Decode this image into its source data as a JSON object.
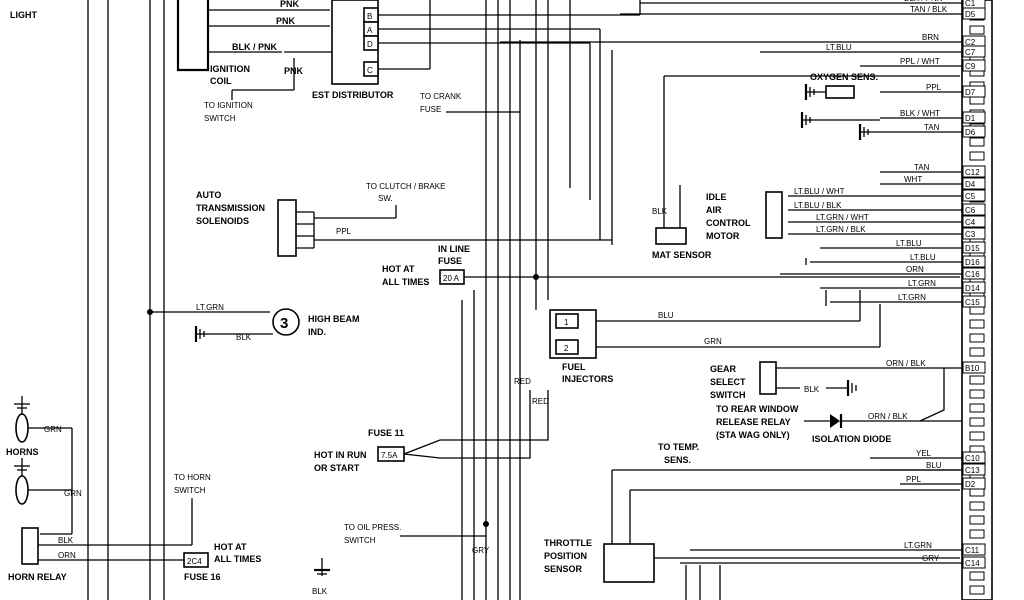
{
  "labels": {
    "marker_light": "LIGHT",
    "ignition_coil": [
      "IGNITION",
      "COIL"
    ],
    "pnk_top": "PNK",
    "blk_pnk": "BLK / PNK",
    "pnk": "PNK",
    "to_ignition_switch": [
      "TO IGNITION",
      "SWITCH"
    ],
    "est_distributor": "EST DISTRIBUTOR",
    "dist_pins": [
      "B",
      "A",
      "D",
      "C"
    ],
    "to_crank_fuse": [
      "TO CRANK",
      "FUSE"
    ],
    "auto_trans": [
      "AUTO",
      "TRANSMISSION",
      "SOLENOIDS"
    ],
    "to_clutch_brake": [
      "TO CLUTCH / BRAKE",
      "SW."
    ],
    "ppl": "PPL",
    "in_line_fuse": [
      "IN LINE",
      "FUSE"
    ],
    "hot_at_all_times": [
      "HOT AT",
      "ALL TIMES"
    ],
    "fuse_20a": "20 A",
    "lt_grn": "LT.GRN",
    "high_beam_ind": [
      "HIGH BEAM",
      "IND."
    ],
    "blk": "BLK",
    "horns": "HORNS",
    "grn": "GRN",
    "to_horn_switch": [
      "TO HORN",
      "SWITCH"
    ],
    "horn_relay": "HORN RELAY",
    "orn": "ORN",
    "fuse_2c4": "2C4",
    "fuse_16": "FUSE 16",
    "fuse_11": "FUSE 11",
    "hot_in_run": [
      "HOT IN RUN",
      "OR START"
    ],
    "fuse_75a": "7.5A",
    "red": "RED",
    "to_oil_press": [
      "TO OIL PRESS.",
      "SWITCH"
    ],
    "gry": "GRY",
    "fuel_injectors": [
      "FUEL",
      "INJECTORS"
    ],
    "inj_pins": [
      "1",
      "2"
    ],
    "blu": "BLU",
    "throttle_position": [
      "THROTTLE",
      "POSITION",
      "SENSOR"
    ],
    "mat_sensor": "MAT SENSOR",
    "idle_air": [
      "IDLE",
      "AIR",
      "CONTROL",
      "MOTOR"
    ],
    "oxygen_sens": "OXYGEN SENS.",
    "gear_select": [
      "GEAR",
      "SELECT",
      "SWITCH"
    ],
    "to_rear_window": [
      "TO REAR WINDOW",
      "RELEASE RELAY",
      "(STA WAG ONLY)"
    ],
    "isolation_diode": "ISOLATION DIODE",
    "to_temp_sens": [
      "TO TEMP.",
      "SENS."
    ]
  },
  "ecm_pins": [
    {
      "wire": "BLK / PNK",
      "pin": "C1"
    },
    {
      "wire": "TAN / BLK",
      "pin": "D5"
    },
    {
      "wire": "BRN",
      "pin": "C2"
    },
    {
      "wire": "LT.BLU",
      "pin": "C7"
    },
    {
      "wire": "PPL / WHT",
      "pin": "C9"
    },
    {
      "wire": "PPL",
      "pin": "D7"
    },
    {
      "wire": "BLK / WHT",
      "pin": "D1"
    },
    {
      "wire": "TAN",
      "pin": "D6"
    },
    {
      "wire": "TAN",
      "pin": "C12"
    },
    {
      "wire": "WHT",
      "pin": "D4"
    },
    {
      "wire": "LT.BLU / WHT",
      "pin": "C5"
    },
    {
      "wire": "LT.BLU / BLK",
      "pin": "C6"
    },
    {
      "wire": "LT.GRN / WHT",
      "pin": "C4"
    },
    {
      "wire": "LT.GRN / BLK",
      "pin": "C3"
    },
    {
      "wire": "LT.BLU",
      "pin": "D15"
    },
    {
      "wire": "LT.BLU",
      "pin": "D16"
    },
    {
      "wire": "ORN",
      "pin": "C16"
    },
    {
      "wire": "LT.GRN",
      "pin": "D14"
    },
    {
      "wire": "LT.GRN",
      "pin": "C15"
    },
    {
      "wire": "ORN / BLK",
      "pin": "B10"
    },
    {
      "wire": "ORN / BLK",
      "pin": ""
    },
    {
      "wire": "YEL",
      "pin": "C10"
    },
    {
      "wire": "BLU",
      "pin": "C13"
    },
    {
      "wire": "PPL",
      "pin": "D2"
    },
    {
      "wire": "LT.GRN",
      "pin": "C11"
    },
    {
      "wire": "GRY",
      "pin": "C14"
    }
  ]
}
